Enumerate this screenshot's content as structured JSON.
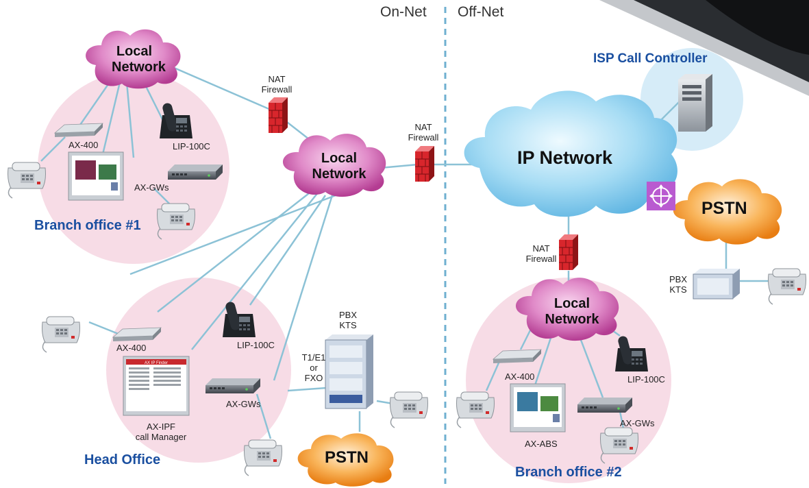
{
  "header": {
    "left": "On-Net",
    "right": "Off-Net"
  },
  "clouds": {
    "branch1": [
      "Local",
      "Network"
    ],
    "center": [
      "Local",
      "Network"
    ],
    "branch2": [
      "Local",
      "Network"
    ],
    "ip": "IP Network",
    "pstn_right": "PSTN",
    "pstn_bottom": "PSTN"
  },
  "firewalls": {
    "fw1": [
      "NAT",
      "Firewall"
    ],
    "fw2": [
      "NAT",
      "Firewall"
    ],
    "fw3": [
      "NAT",
      "Firewall"
    ]
  },
  "devices": {
    "b1_ax400": "AX-400",
    "b1_lip": "LIP-100C",
    "b1_axgws": "AX-GWs",
    "ho_ax400": "AX-400",
    "ho_lip": "LIP-100C",
    "ho_axgws": "AX-GWs",
    "ho_ipf": [
      "AX-IPF",
      "call Manager"
    ],
    "ho_pbx": [
      "PBX",
      "KTS"
    ],
    "ho_trunk": [
      "T1/E1",
      "or",
      "FXO"
    ],
    "b2_ax400": "AX-400",
    "b2_lip": "LIP-100C",
    "b2_axgws": "AX-GWs",
    "b2_abs": "AX-ABS",
    "right_pbx": [
      "PBX",
      "KTS"
    ]
  },
  "sites": {
    "branch1": "Branch office #1",
    "head": "Head Office",
    "branch2": "Branch office #2",
    "isp": "ISP Call Controller"
  },
  "screens": {
    "ipf_title": "AX IP Finder"
  },
  "colors": {
    "site_circle": "#f7dce6",
    "local_cloud": "#d65fb0",
    "ip_cloud": "#8fd0ef",
    "pstn_cloud": "#f5a23a",
    "link": "#8cc2d6",
    "label_blue": "#1a4fa0",
    "firewall": "#d8262c"
  }
}
